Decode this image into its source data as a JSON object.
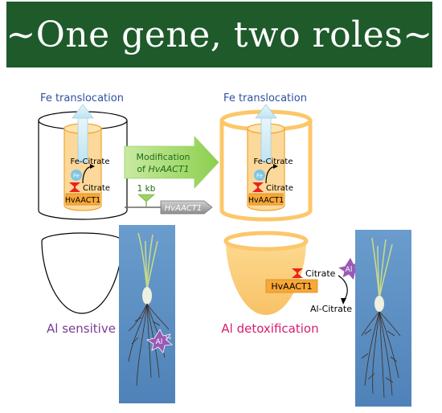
{
  "title": "~One gene, two roles~",
  "left_panel": {
    "transport_label": "Fe translocation",
    "product_label": "Fe-Citrate",
    "ion_label": "Fe",
    "substrate_label": "Citrate",
    "transporter_label": "HvAACT1",
    "phenotype_label": "Al sensitive",
    "soil_ion_label": "Al",
    "soil_ion_charge": "3+"
  },
  "middle": {
    "arrow_label_line1": "Modification",
    "arrow_label_line2_prefix": "of ",
    "arrow_label_line2_gene": "HvAACT1",
    "scale_label": "1 kb",
    "gene_label": "HvAACT1"
  },
  "right_panel": {
    "transport_label": "Fe translocation",
    "product_label": "Fe-Citrate",
    "ion_label": "Fe",
    "substrate_label": "Citrate",
    "transporter_label": "HvAACT1",
    "root_substrate_label": "Citrate",
    "root_transporter_label": "HvAACT1",
    "complex_label": "Al-Citrate",
    "soil_ion_label": "Al",
    "soil_ion_charge": "3+",
    "phenotype_label": "Al detoxification"
  },
  "colors": {
    "title_bg": "#1e5a2a",
    "title_text": "#ffffff",
    "fe_label": "#2f4fa0",
    "cylinder_fill": "#fcd89a",
    "cylinder_stroke": "#f0a530",
    "transporter_red": "#e8231c",
    "al_purple": "#7a3b95",
    "al_detox_pink": "#d61d6d",
    "modification_green": "#9bd35e",
    "photo_blue": "#5b8fc4"
  }
}
